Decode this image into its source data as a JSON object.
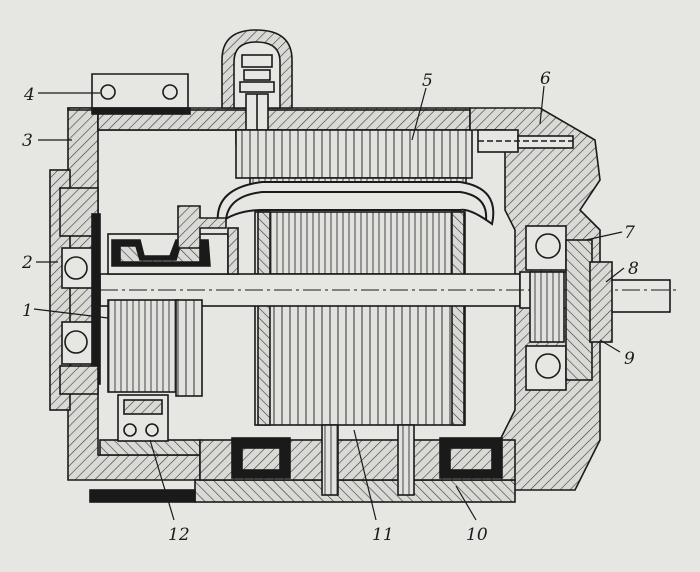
{
  "figure": {
    "labels": [
      {
        "id": "1",
        "text": "1"
      },
      {
        "id": "2",
        "text": "2"
      },
      {
        "id": "3",
        "text": "3"
      },
      {
        "id": "4",
        "text": "4"
      },
      {
        "id": "5",
        "text": "5"
      },
      {
        "id": "6",
        "text": "6"
      },
      {
        "id": "7",
        "text": "7"
      },
      {
        "id": "8",
        "text": "8"
      },
      {
        "id": "9",
        "text": "9"
      },
      {
        "id": "10",
        "text": "10"
      },
      {
        "id": "11",
        "text": "11"
      },
      {
        "id": "12",
        "text": "12"
      }
    ]
  }
}
